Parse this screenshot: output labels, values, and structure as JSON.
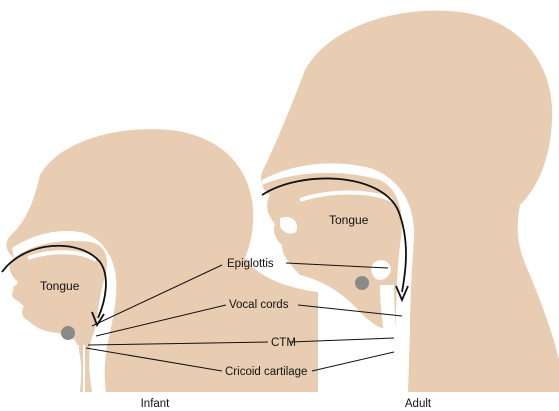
{
  "labels": {
    "epiglottis": "Epiglottis",
    "vocal_cords": "Vocal cords",
    "ctm": "CTM",
    "cricoid": "Cricoid cartilage",
    "tongue_infant": "Tongue",
    "tongue_adult": "Tongue"
  },
  "captions": {
    "infant": "Infant",
    "adult": "Adult"
  },
  "colors": {
    "skin": "#e8cdb3",
    "line": "#111111",
    "cartilage": "#8a8a8a",
    "background": "#ffffff"
  }
}
